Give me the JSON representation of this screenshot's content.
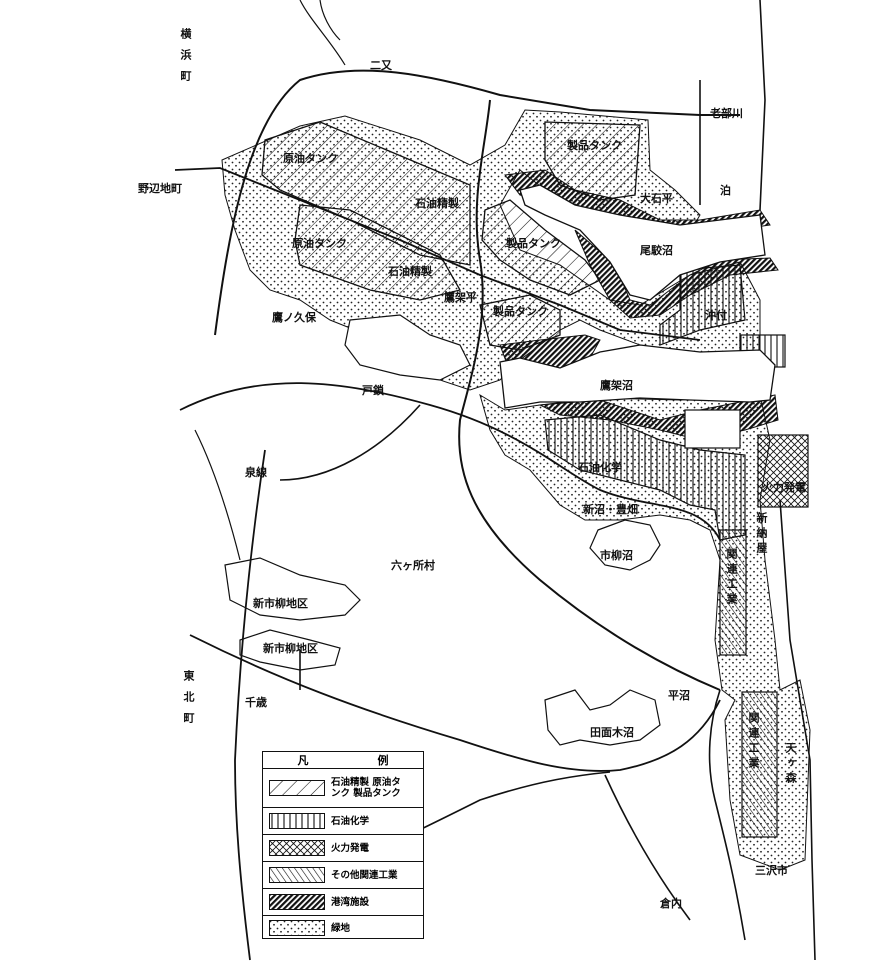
{
  "map_title": "",
  "labels": {
    "yokohama": "横浜町",
    "futamata": "二又",
    "obuchigawa": "老部川",
    "tomari": "泊",
    "noheji": "野辺地町",
    "shukan": "石油精製",
    "shukan2": "石油精製",
    "gentank1": "原油タンク",
    "gentank2": "原油タンク",
    "seitank1": "製品タンク",
    "seitank2": "製品タンク",
    "seitank3": "製品タンク",
    "oishidai": "大石平",
    "obuchinuma": "尾駮沼",
    "takahoko": "鷹架平",
    "takanosu": "鷹ノ久保",
    "okitsu": "沖付",
    "takahokonuma": "鷹架沼",
    "tomarimura": "戸鎖",
    "sekiyukagaku": "石油化学",
    "karyoku": "火力発電",
    "shinchiku": "新沼・豊畑",
    "shinkoku": "新納屋",
    "kanrenkogyo": "関連工業",
    "ichiyanagi": "市柳沼",
    "rokkasho": "六ヶ所村",
    "kamikita": "泉線",
    "chiyoko": "千歳",
    "tohoku": "東北町",
    "ichiyanagiA": "新市柳地区",
    "ichiyanagiB": "新市柳地区",
    "hiranuma": "平沼",
    "tanesashi": "田面木沼",
    "kanrenkojo": "関連工業",
    "amagamori": "天ヶ森",
    "kurauchi": "倉内",
    "misawa": "三沢市"
  },
  "legend": {
    "header_left": "凡",
    "header_right": "例",
    "items": [
      {
        "text": "石油精製 原油タンク 製品タンク",
        "pattern": "hatch-wide"
      },
      {
        "text": "石油化学",
        "pattern": "vertical"
      },
      {
        "text": "火力発電",
        "pattern": "cross"
      },
      {
        "text": "その他関連工業",
        "pattern": "hatch-steep"
      },
      {
        "text": "港湾施設",
        "pattern": "dense"
      },
      {
        "text": "緑地",
        "pattern": "dots"
      }
    ]
  }
}
